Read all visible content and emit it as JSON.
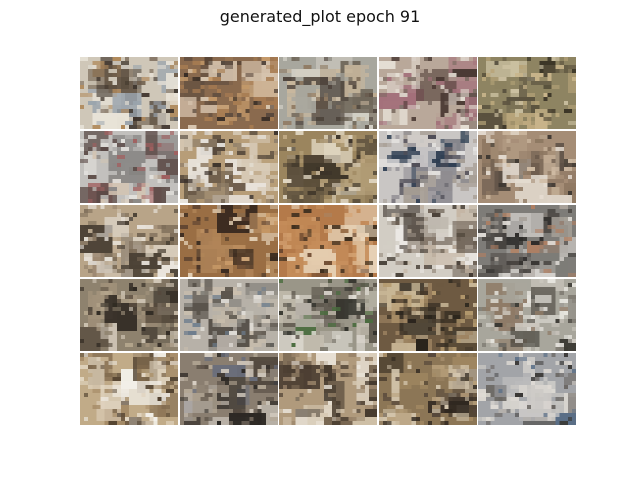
{
  "figure": {
    "title": "generated_plot epoch 91",
    "rows": 5,
    "cols": 5,
    "tiles": [
      {
        "palette": [
          "#cfc7b8",
          "#9aa4ad",
          "#6b5a48",
          "#e8e3d8",
          "#3e342c",
          "#b08a5c"
        ]
      },
      {
        "palette": [
          "#8a6a4e",
          "#c49a6a",
          "#5b4a3e",
          "#d8c6b0",
          "#3a2e26",
          "#a77c52"
        ]
      },
      {
        "palette": [
          "#a8a79e",
          "#6e6558",
          "#d5d2c8",
          "#4a4038",
          "#8f7a62",
          "#c9b89e"
        ]
      },
      {
        "palette": [
          "#b9a89a",
          "#7a6a60",
          "#d9cfc6",
          "#4b3a34",
          "#a3707a",
          "#e4ddd3"
        ]
      },
      {
        "palette": [
          "#8e8462",
          "#b8a57a",
          "#5a513e",
          "#d2c7a8",
          "#3a3426",
          "#c8b48a"
        ]
      },
      {
        "palette": [
          "#c2c0bd",
          "#8a8886",
          "#e2e0dc",
          "#5b4a46",
          "#a16060",
          "#d3c4b3"
        ]
      },
      {
        "palette": [
          "#b79d78",
          "#d8ccb9",
          "#6a5a48",
          "#e9e5de",
          "#40362e",
          "#93826c"
        ]
      },
      {
        "palette": [
          "#9b855e",
          "#c7b08a",
          "#5e513e",
          "#e0d6c2",
          "#3b3328",
          "#b09b74"
        ]
      },
      {
        "palette": [
          "#c9c6c4",
          "#8c8a90",
          "#e6e4e2",
          "#4e4c56",
          "#2e3e52",
          "#a89f96"
        ]
      },
      {
        "palette": [
          "#a58d76",
          "#d0bca4",
          "#6a5a4c",
          "#e4dbd0",
          "#3c3630",
          "#8e7862"
        ]
      },
      {
        "palette": [
          "#b8a488",
          "#d7ccbb",
          "#7c6c58",
          "#ebe6de",
          "#4c4236",
          "#9a8670"
        ]
      },
      {
        "palette": [
          "#9a6e44",
          "#c89a68",
          "#5c4230",
          "#e1cdb2",
          "#392a20",
          "#b08458"
        ]
      },
      {
        "palette": [
          "#b47a4a",
          "#d4a272",
          "#6e4a30",
          "#e9d6bc",
          "#40301f",
          "#c58d5a"
        ]
      },
      {
        "palette": [
          "#d2cdc4",
          "#a49a8e",
          "#ece9e4",
          "#6a5e52",
          "#3e362e",
          "#c4b6a4"
        ]
      },
      {
        "palette": [
          "#7e7c78",
          "#a8a29a",
          "#4e4a46",
          "#dedbd6",
          "#2e2c2a",
          "#b18062"
        ]
      },
      {
        "palette": [
          "#8e826e",
          "#b4a58c",
          "#55493c",
          "#d6ccbc",
          "#2f2922",
          "#a1917a"
        ]
      },
      {
        "palette": [
          "#b7b1a8",
          "#8a8780",
          "#dfdcd6",
          "#565048",
          "#6c7c8c",
          "#cbbfae"
        ]
      },
      {
        "palette": [
          "#9a9688",
          "#c4beb0",
          "#5c564c",
          "#e2ded6",
          "#30302a",
          "#4a6c3e"
        ]
      },
      {
        "palette": [
          "#6e5a42",
          "#9e8462",
          "#44382a",
          "#c8b696",
          "#2a241c",
          "#b49a6e"
        ]
      },
      {
        "palette": [
          "#a8a69c",
          "#cfcbc2",
          "#6c6860",
          "#e6e4de",
          "#3c3a34",
          "#8e7a66"
        ]
      },
      {
        "palette": [
          "#c1ab88",
          "#e2d6c2",
          "#806a4e",
          "#f2efe8",
          "#4e3e2c",
          "#a68c68"
        ]
      },
      {
        "palette": [
          "#8a7e70",
          "#b4a896",
          "#544a40",
          "#d8d0c4",
          "#2c2824",
          "#6a6e7c"
        ]
      },
      {
        "palette": [
          "#b09a7c",
          "#d6c8b2",
          "#766450",
          "#ece6dc",
          "#463a2e",
          "#9a846a"
        ]
      },
      {
        "palette": [
          "#8c7656",
          "#b69e7a",
          "#54463a",
          "#d4c6ae",
          "#2e261e",
          "#a48a64"
        ]
      },
      {
        "palette": [
          "#a2a4a8",
          "#c8c6c2",
          "#6a6662",
          "#dedad4",
          "#3a3836",
          "#5a6e86"
        ]
      }
    ]
  }
}
